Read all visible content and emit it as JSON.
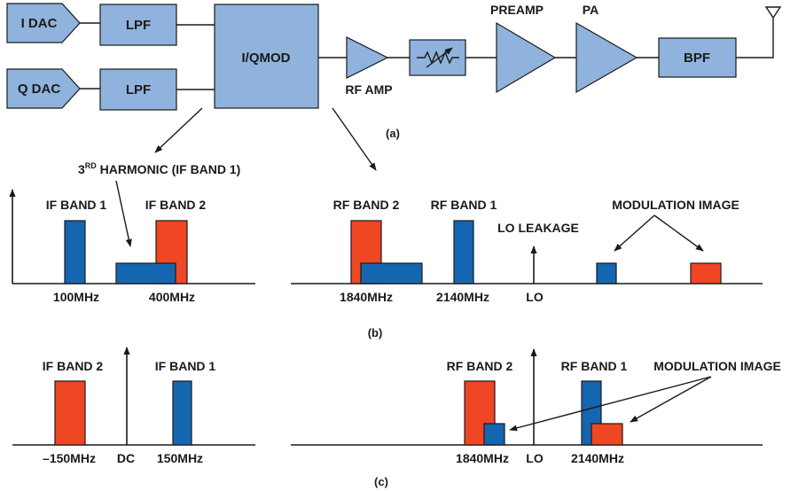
{
  "block_diagram": {
    "i_dac": "I DAC",
    "q_dac": "Q DAC",
    "lpf_top": "LPF",
    "lpf_bottom": "LPF",
    "iq_mod": "I/QMOD",
    "rf_amp": "RF AMP",
    "preamp": "PREAMP",
    "pa": "PA",
    "bpf": "BPF"
  },
  "captions": {
    "a": "(a)",
    "b": "(b)",
    "c": "(c)"
  },
  "panel_b_left": {
    "harmonic_label_prefix": "3",
    "harmonic_label_sup": "RD",
    "harmonic_label_suffix": " HARMONIC (IF BAND 1)",
    "if_band_1": "IF BAND 1",
    "if_band_2": "IF BAND 2",
    "tick_100": "100MHz",
    "tick_400": "400MHz"
  },
  "panel_b_right": {
    "rf_band_2": "RF BAND 2",
    "rf_band_1": "RF BAND 1",
    "lo_leakage": "LO LEAKAGE",
    "modulation_image": "MODULATION IMAGE",
    "tick_1840": "1840MHz",
    "tick_2140": "2140MHz",
    "tick_lo": "LO"
  },
  "panel_c_left": {
    "if_band_2": "IF BAND 2",
    "if_band_1": "IF BAND 1",
    "tick_neg150": "–150MHz",
    "tick_dc": "DC",
    "tick_150": "150MHz"
  },
  "panel_c_right": {
    "rf_band_2": "RF BAND 2",
    "rf_band_1": "RF BAND 1",
    "modulation_image": "MODULATION IMAGE",
    "tick_1840": "1840MHz",
    "tick_lo": "LO",
    "tick_2140": "2140MHz"
  },
  "colors": {
    "block_fill": "#8fb3dc",
    "band_blue": "#1566b0",
    "band_red": "#ef4623"
  }
}
